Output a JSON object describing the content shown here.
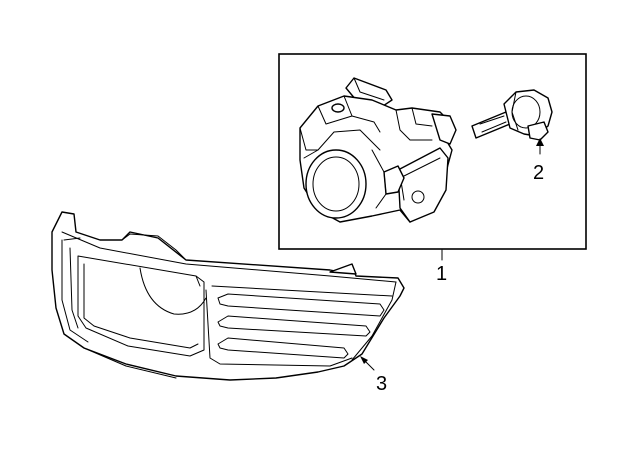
{
  "callouts": {
    "assembly": "1",
    "bulb": "2",
    "bezel": "3"
  }
}
